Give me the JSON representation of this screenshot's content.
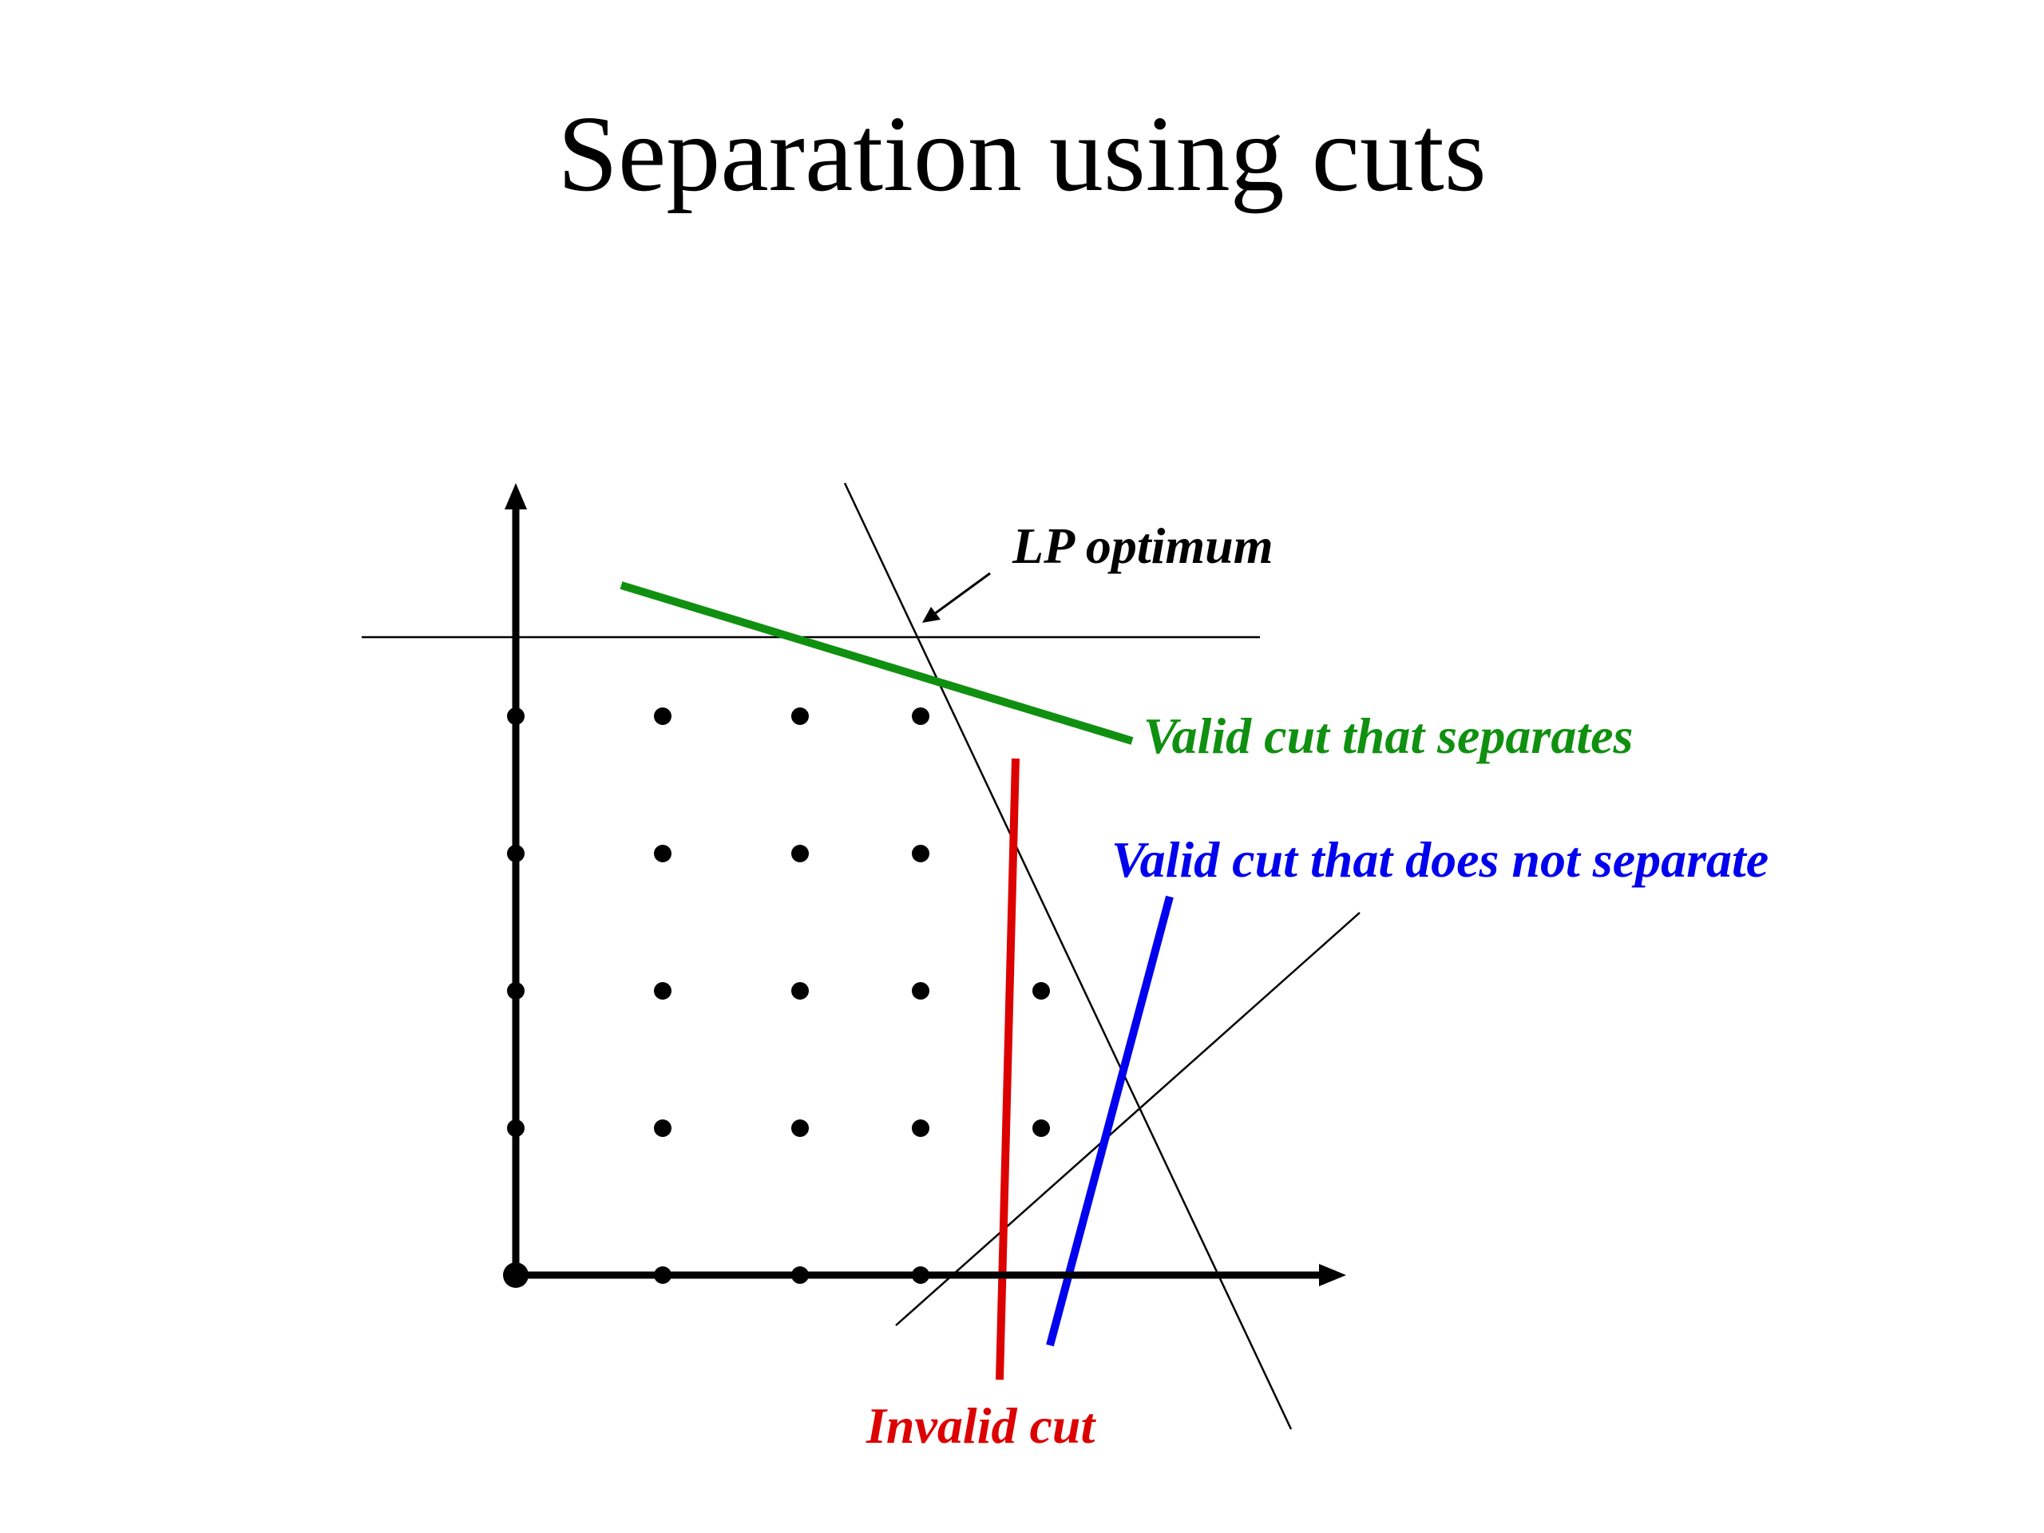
{
  "slide": {
    "title": "Separation using cuts"
  },
  "diagram": {
    "points": [
      [
        0,
        0
      ],
      [
        1,
        0
      ],
      [
        2,
        0
      ],
      [
        3,
        0
      ],
      [
        0,
        1
      ],
      [
        1,
        1
      ],
      [
        2,
        1
      ],
      [
        3,
        1
      ],
      [
        4,
        1
      ],
      [
        0,
        2
      ],
      [
        1,
        2
      ],
      [
        2,
        2
      ],
      [
        3,
        2
      ],
      [
        4,
        2
      ],
      [
        0,
        3
      ],
      [
        1,
        3
      ],
      [
        2,
        3
      ],
      [
        3,
        3
      ],
      [
        0,
        4
      ],
      [
        1,
        4
      ],
      [
        2,
        4
      ],
      [
        3,
        4
      ]
    ],
    "origin_point": [
      0,
      0
    ],
    "labels": {
      "lp_optimum": "LP optimum",
      "valid_separates": "Valid cut that separates",
      "valid_not_separates": "Valid cut that does not separate",
      "invalid": "Invalid cut"
    },
    "colors": {
      "axes": "#000000",
      "constraints": "#000000",
      "valid_separates": "#109010",
      "valid_not_separates": "#0000ee",
      "invalid": "#dd0000",
      "lp_label": "#000000"
    }
  }
}
